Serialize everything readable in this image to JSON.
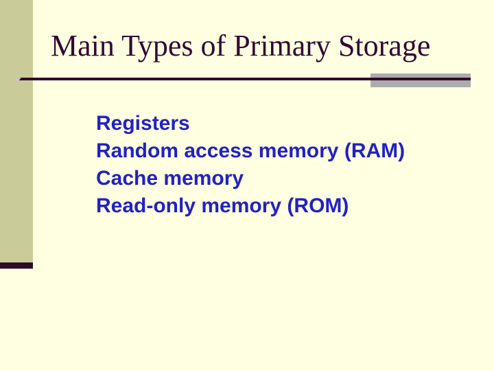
{
  "slide": {
    "title": "Main Types of Primary Storage",
    "bullets": [
      "Registers",
      "Random access memory (RAM)",
      "Cache memory",
      "Read-only memory (ROM)"
    ]
  },
  "colors": {
    "background": "#FFFFE1",
    "band": "#C9CC99",
    "accent_dark": "#2F0A2A",
    "title_text": "#330832",
    "bullet_text": "#2121C8",
    "rule_gray": "#ACACAC"
  }
}
